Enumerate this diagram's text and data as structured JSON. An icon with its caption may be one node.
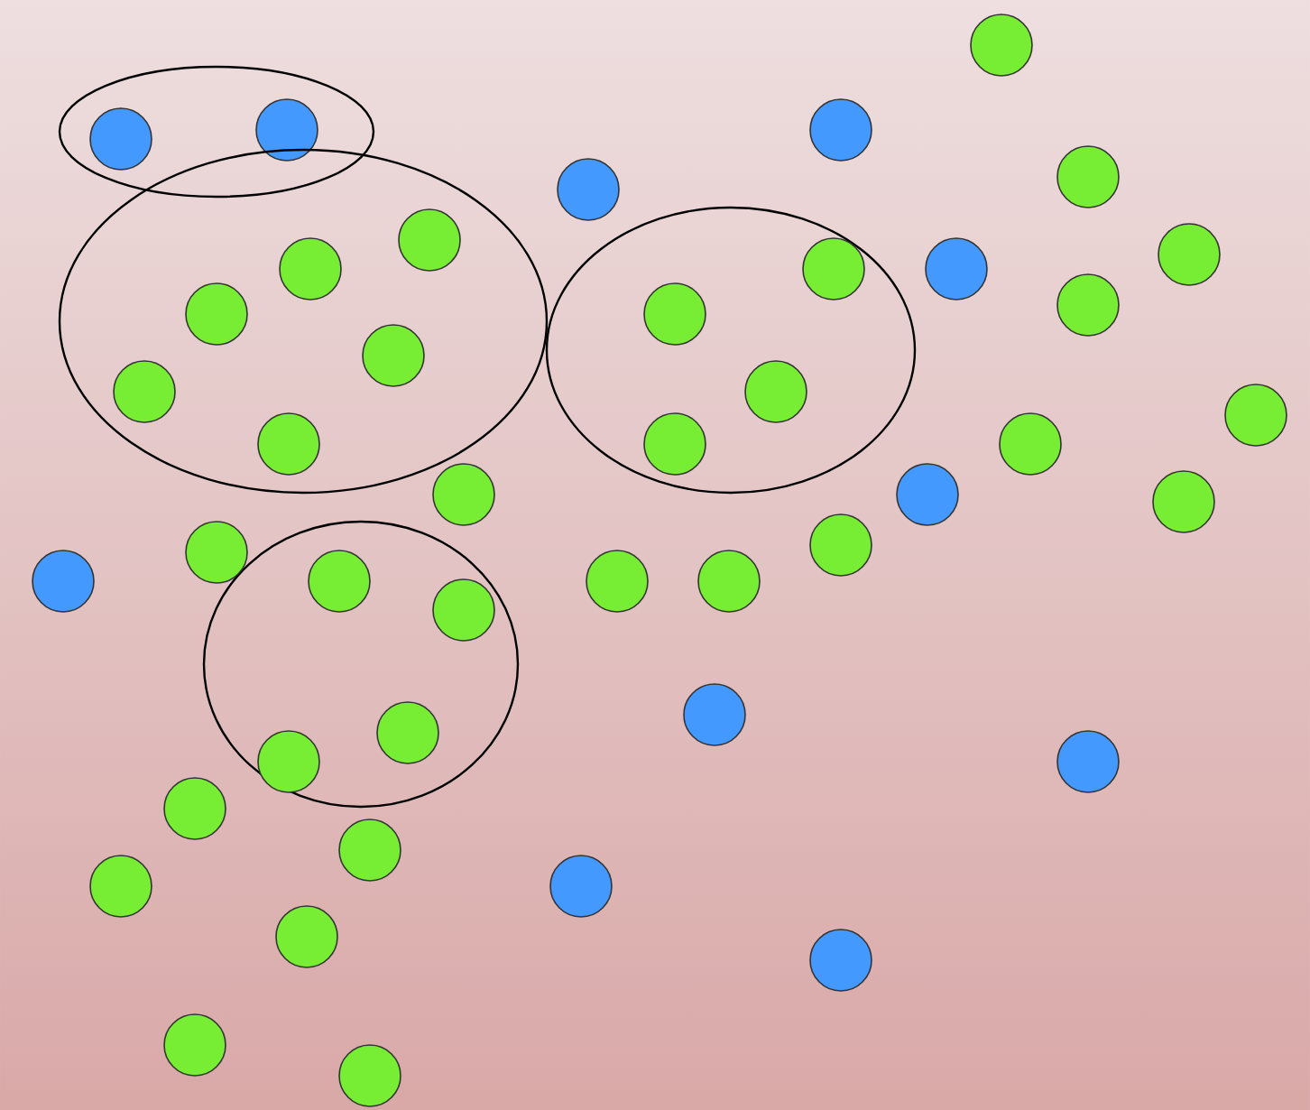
{
  "diagram": {
    "nodes": [
      {
        "text": [],
        "shape": "ellipse"
      },
      {
        "text": [],
        "shape": "circle",
        "in": 0
      },
      {
        "text": [],
        "shape": "circle",
        "in": 0
      },
      {
        "text": [],
        "shape": "ellipse"
      },
      {
        "text": [],
        "shape": "circle",
        "in": 3
      },
      {
        "text": [],
        "shape": "circle",
        "in": 3
      },
      {
        "text": [],
        "shape": "circle",
        "in": 3
      },
      {
        "text": [],
        "shape": "circle",
        "in": 3
      },
      {
        "text": [],
        "shape": "circle",
        "in": 3
      },
      {
        "text": [],
        "shape": "circle",
        "in": 3
      },
      {
        "text": [],
        "shape": "ellipse"
      },
      {
        "text": [],
        "shape": "circle",
        "in": 10
      },
      {
        "text": [],
        "shape": "circle",
        "in": 10
      },
      {
        "text": [],
        "shape": "circle",
        "in": 10
      },
      {
        "text": [],
        "shape": "circle",
        "in": 10
      },
      {
        "text": [],
        "shape": "ellipse"
      },
      {
        "text": [],
        "shape": "circle",
        "in": 15
      },
      {
        "text": [],
        "shape": "circle",
        "in": 15
      },
      {
        "text": [],
        "shape": "circle",
        "in": 15
      },
      {
        "text": [],
        "shape": "circle",
        "in": 15
      },
      {
        "text": [],
        "shape": "circle"
      },
      {
        "text": [],
        "shape": "circle"
      },
      {
        "text": [],
        "shape": "circle"
      },
      {
        "text": [],
        "shape": "circle"
      },
      {
        "text": [],
        "shape": "circle"
      },
      {
        "text": [],
        "shape": "circle"
      },
      {
        "text": [],
        "shape": "circle"
      },
      {
        "text": [],
        "shape": "circle"
      },
      {
        "text": [],
        "shape": "circle"
      },
      {
        "text": [],
        "shape": "circle"
      },
      {
        "text": [],
        "shape": "circle"
      },
      {
        "text": [],
        "shape": "circle"
      },
      {
        "text": [],
        "shape": "circle"
      },
      {
        "text": [],
        "shape": "circle"
      },
      {
        "text": [],
        "shape": "circle"
      },
      {
        "text": [],
        "shape": "circle"
      },
      {
        "text": [],
        "shape": "circle"
      },
      {
        "text": [],
        "shape": "circle"
      },
      {
        "text": [],
        "shape": "circle"
      },
      {
        "text": [],
        "shape": "circle"
      },
      {
        "text": [],
        "shape": "circle"
      },
      {
        "text": [],
        "shape": "circle"
      },
      {
        "text": [],
        "shape": "circle"
      },
      {
        "text": [],
        "shape": "circle"
      },
      {
        "text": [],
        "shape": "circle"
      },
      {
        "text": [],
        "shape": "circle"
      },
      {
        "text": [],
        "shape": "circle"
      }
    ]
  }
}
